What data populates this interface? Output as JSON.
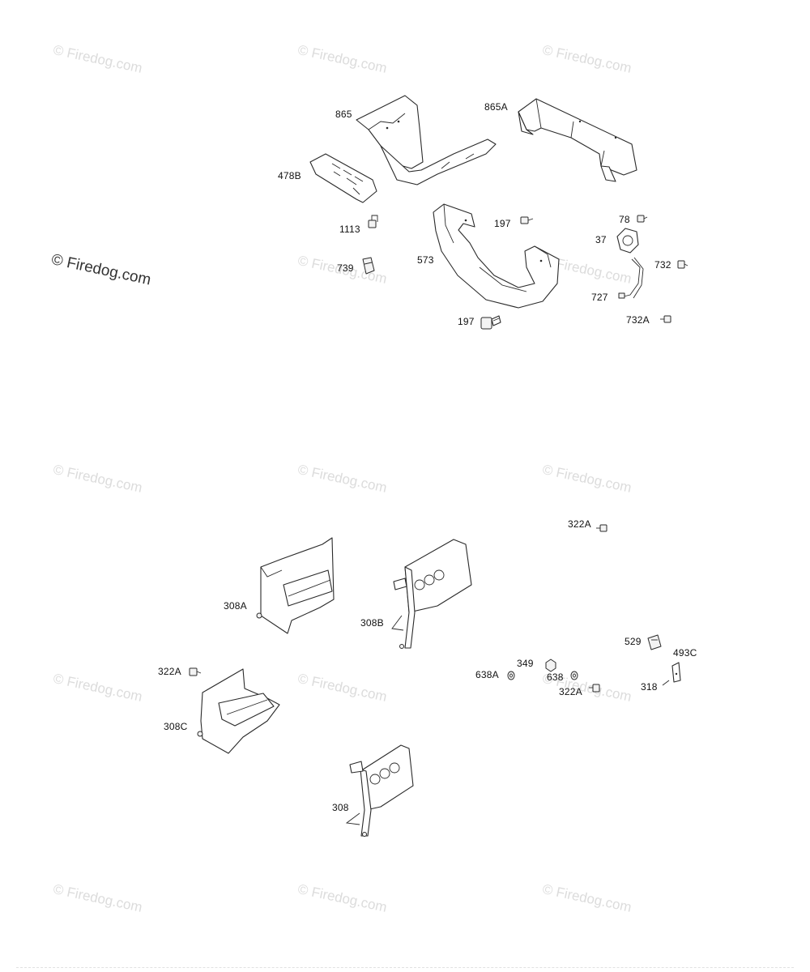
{
  "watermark": {
    "text": "© Firedog.com"
  },
  "labels": {
    "p865": "865",
    "p865A": "865A",
    "p478B": "478B",
    "p1113": "1113",
    "p197a": "197",
    "p197b": "197",
    "p573": "573",
    "p739": "739",
    "p78": "78",
    "p37": "37",
    "p732": "732",
    "p727": "727",
    "p732A": "732A",
    "p322Aa": "322A",
    "p308A": "308A",
    "p308B": "308B",
    "p322Ab": "322A",
    "p308C": "308C",
    "p308": "308",
    "p529": "529",
    "p493C": "493C",
    "p349": "349",
    "p638A": "638A",
    "p638": "638",
    "p322Ac": "322A",
    "p318": "318"
  }
}
